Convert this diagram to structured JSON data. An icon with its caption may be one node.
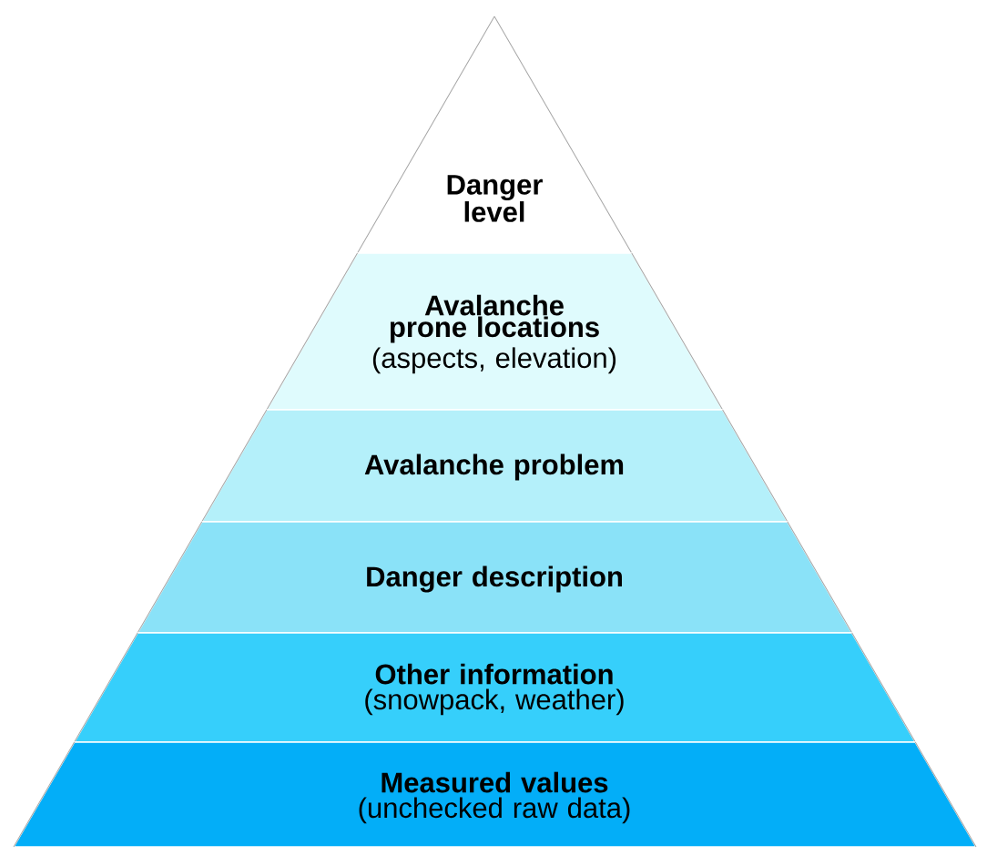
{
  "diagram": {
    "nodes": [
      {
        "text": [
          "Danger level"
        ]
      },
      {
        "text": [
          "Avalanche prone locations",
          "(aspects, elevation)"
        ]
      },
      {
        "text": [
          "Avalanche problem"
        ]
      },
      {
        "text": [
          "Danger description"
        ]
      },
      {
        "text": [
          "Other information",
          "(snowpack, weather)"
        ]
      },
      {
        "text": [
          "Measured values",
          "(unchecked raw data)"
        ]
      }
    ]
  }
}
